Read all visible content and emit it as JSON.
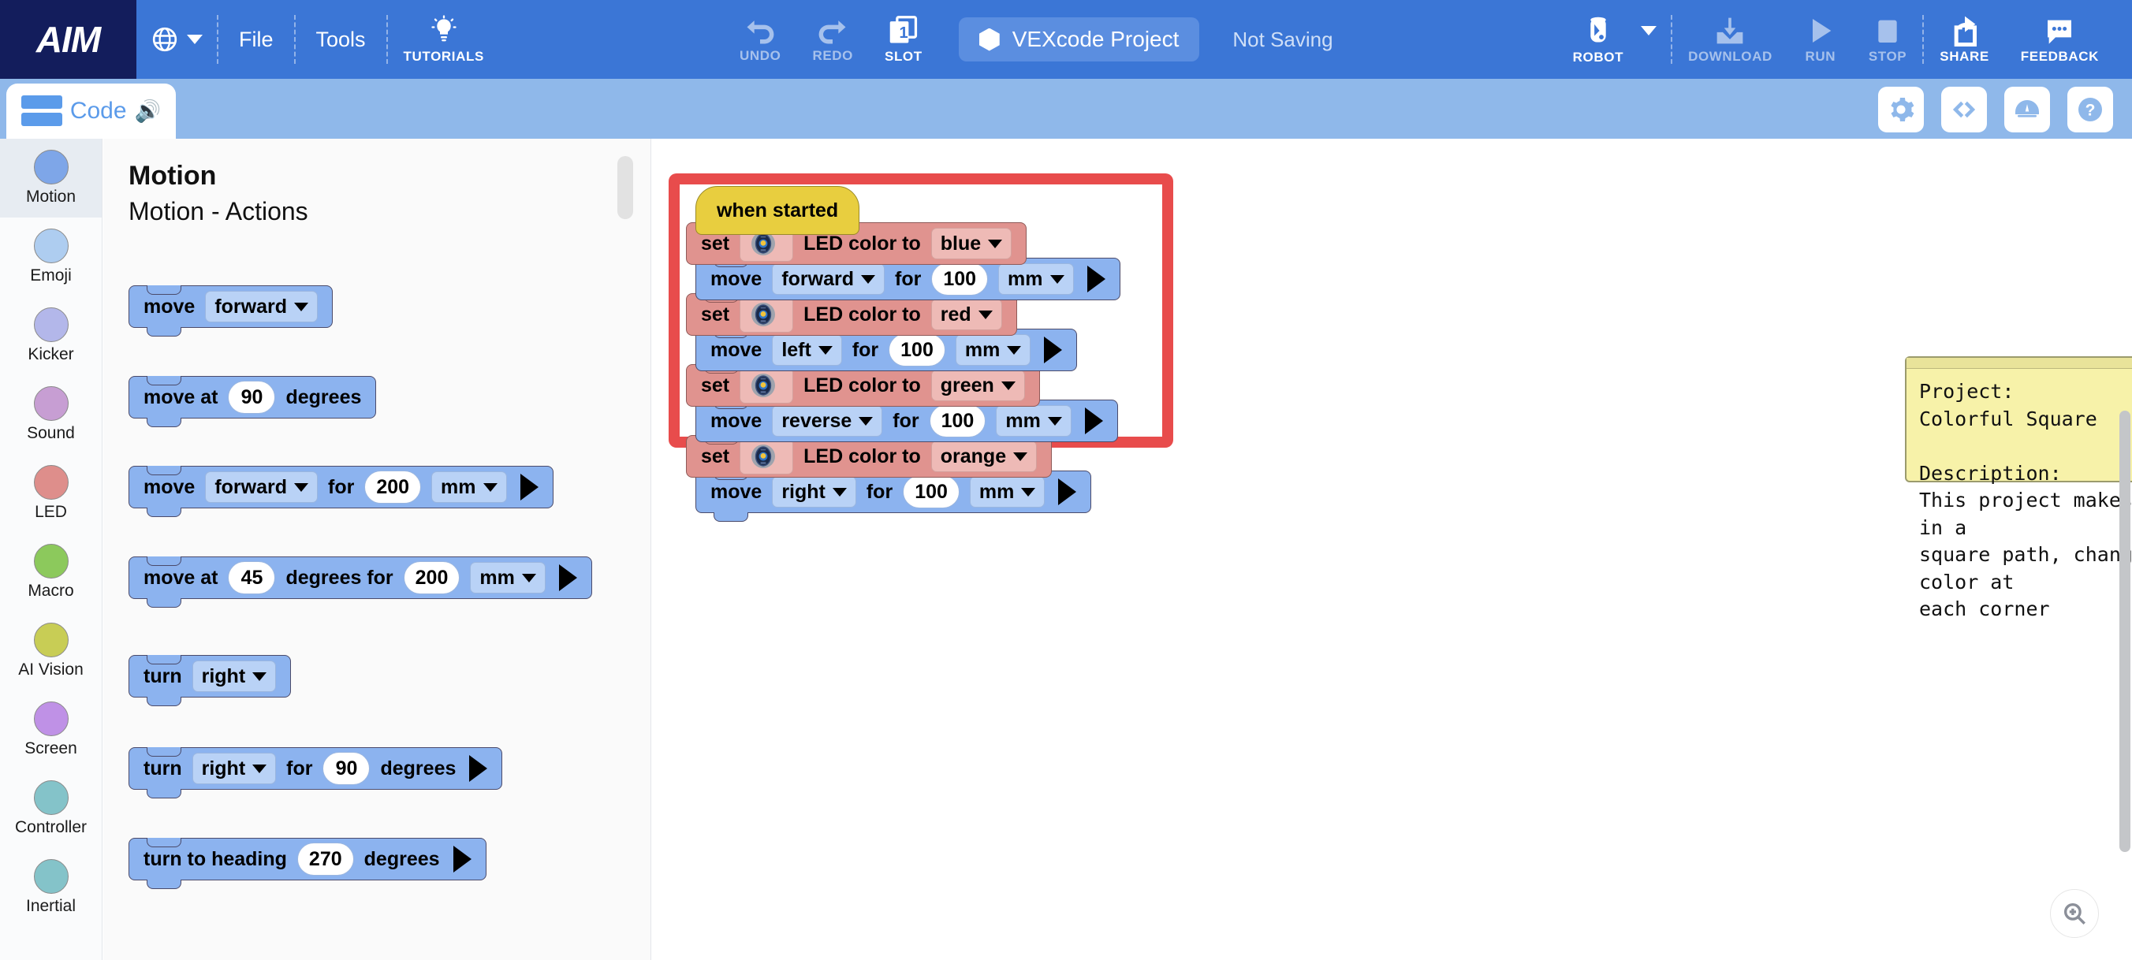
{
  "app": {
    "logo": "AIM",
    "menus": [
      "File",
      "Tools"
    ],
    "tutorials_label": "TUTORIALS",
    "undo_label": "UNDO",
    "redo_label": "REDO",
    "slot_label": "SLOT",
    "slot_number": "1",
    "project_name": "VEXcode Project",
    "save_status": "Not Saving",
    "robot_label": "ROBOT",
    "download_label": "DOWNLOAD",
    "run_label": "RUN",
    "stop_label": "STOP",
    "share_label": "SHARE",
    "feedback_label": "FEEDBACK"
  },
  "secondbar": {
    "code_tab": "Code",
    "buttons": [
      "gear-icon",
      "code-view-icon",
      "dashboard-icon",
      "help-icon"
    ]
  },
  "sidebar": {
    "items": [
      {
        "label": "Motion",
        "color": "#7ea6e8",
        "active": true
      },
      {
        "label": "Emoji",
        "color": "#aecdf0",
        "active": false
      },
      {
        "label": "Kicker",
        "color": "#b3b7ea",
        "active": false
      },
      {
        "label": "Sound",
        "color": "#c79ed3",
        "active": false
      },
      {
        "label": "LED",
        "color": "#de8e8b",
        "active": false
      },
      {
        "label": "Macro",
        "color": "#8cc croak",
        "active": false
      },
      {
        "label": "AI Vision",
        "color": "#c8cd55",
        "active": false
      },
      {
        "label": "Screen",
        "color": "#bf91e6",
        "active": false
      },
      {
        "label": "Controller",
        "color": "#84c3c9",
        "active": false
      },
      {
        "label": "Inertial",
        "color": "#84c3c9",
        "active": false
      }
    ]
  },
  "palette": {
    "title": "Motion",
    "subtitle": "Motion - Actions",
    "blocks": [
      {
        "id": "move-dir",
        "parts": [
          {
            "t": "lbl",
            "v": "move"
          },
          {
            "t": "dd",
            "v": "forward"
          }
        ]
      },
      {
        "id": "move-at-deg",
        "parts": [
          {
            "t": "lbl",
            "v": "move at"
          },
          {
            "t": "num",
            "v": "90"
          },
          {
            "t": "lbl",
            "v": "degrees"
          }
        ]
      },
      {
        "id": "move-dir-for",
        "parts": [
          {
            "t": "lbl",
            "v": "move"
          },
          {
            "t": "dd",
            "v": "forward"
          },
          {
            "t": "lbl",
            "v": "for"
          },
          {
            "t": "num",
            "v": "200"
          },
          {
            "t": "dd",
            "v": "mm"
          },
          {
            "t": "play",
            "v": ""
          }
        ]
      },
      {
        "id": "move-at-deg-for",
        "parts": [
          {
            "t": "lbl",
            "v": "move at"
          },
          {
            "t": "num",
            "v": "45"
          },
          {
            "t": "lbl",
            "v": "degrees for"
          },
          {
            "t": "num",
            "v": "200"
          },
          {
            "t": "dd",
            "v": "mm"
          },
          {
            "t": "play",
            "v": ""
          }
        ]
      },
      {
        "id": "turn-dir",
        "parts": [
          {
            "t": "lbl",
            "v": "turn"
          },
          {
            "t": "dd",
            "v": "right"
          }
        ]
      },
      {
        "id": "turn-dir-for-deg",
        "parts": [
          {
            "t": "lbl",
            "v": "turn"
          },
          {
            "t": "dd",
            "v": "right"
          },
          {
            "t": "lbl",
            "v": "for"
          },
          {
            "t": "num",
            "v": "90"
          },
          {
            "t": "lbl",
            "v": "degrees"
          },
          {
            "t": "play",
            "v": ""
          }
        ]
      },
      {
        "id": "turn-to-heading",
        "parts": [
          {
            "t": "lbl",
            "v": "turn to heading"
          },
          {
            "t": "num",
            "v": "270"
          },
          {
            "t": "lbl",
            "v": "degrees"
          },
          {
            "t": "play",
            "v": ""
          }
        ]
      }
    ]
  },
  "workspace": {
    "script": [
      {
        "id": "when-started",
        "kind": "hat",
        "parts": [
          {
            "t": "lbl",
            "v": "when started"
          }
        ]
      },
      {
        "id": "set-led-blue",
        "kind": "led",
        "parts": [
          {
            "t": "lbl",
            "v": "set"
          },
          {
            "t": "robot",
            "v": ""
          },
          {
            "t": "lbl",
            "v": "LED color to"
          },
          {
            "t": "dd",
            "v": "blue"
          }
        ]
      },
      {
        "id": "move-forward",
        "kind": "motion",
        "parts": [
          {
            "t": "lbl",
            "v": "move"
          },
          {
            "t": "dd",
            "v": "forward"
          },
          {
            "t": "lbl",
            "v": "for"
          },
          {
            "t": "num",
            "v": "100"
          },
          {
            "t": "dd",
            "v": "mm"
          },
          {
            "t": "play",
            "v": ""
          }
        ]
      },
      {
        "id": "set-led-red",
        "kind": "led",
        "parts": [
          {
            "t": "lbl",
            "v": "set"
          },
          {
            "t": "robot",
            "v": ""
          },
          {
            "t": "lbl",
            "v": "LED color to"
          },
          {
            "t": "dd",
            "v": "red"
          }
        ]
      },
      {
        "id": "move-left",
        "kind": "motion",
        "parts": [
          {
            "t": "lbl",
            "v": "move"
          },
          {
            "t": "dd",
            "v": "left"
          },
          {
            "t": "lbl",
            "v": "for"
          },
          {
            "t": "num",
            "v": "100"
          },
          {
            "t": "dd",
            "v": "mm"
          },
          {
            "t": "play",
            "v": ""
          }
        ]
      },
      {
        "id": "set-led-green",
        "kind": "led",
        "parts": [
          {
            "t": "lbl",
            "v": "set"
          },
          {
            "t": "robot",
            "v": ""
          },
          {
            "t": "lbl",
            "v": "LED color to"
          },
          {
            "t": "dd",
            "v": "green"
          }
        ]
      },
      {
        "id": "move-reverse",
        "kind": "motion",
        "parts": [
          {
            "t": "lbl",
            "v": "move"
          },
          {
            "t": "dd",
            "v": "reverse"
          },
          {
            "t": "lbl",
            "v": "for"
          },
          {
            "t": "num",
            "v": "100"
          },
          {
            "t": "dd",
            "v": "mm"
          },
          {
            "t": "play",
            "v": ""
          }
        ]
      },
      {
        "id": "set-led-orange",
        "kind": "led",
        "parts": [
          {
            "t": "lbl",
            "v": "set"
          },
          {
            "t": "robot",
            "v": ""
          },
          {
            "t": "lbl",
            "v": "LED color to"
          },
          {
            "t": "dd",
            "v": "orange"
          }
        ]
      },
      {
        "id": "move-right",
        "kind": "motion",
        "parts": [
          {
            "t": "lbl",
            "v": "move"
          },
          {
            "t": "dd",
            "v": "right"
          },
          {
            "t": "lbl",
            "v": "for"
          },
          {
            "t": "num",
            "v": "100"
          },
          {
            "t": "dd",
            "v": "mm"
          },
          {
            "t": "play",
            "v": ""
          }
        ]
      }
    ],
    "comment": "Project:\nColorful Square\n\nDescription:\nThis project makes the robot move in a\nsquare path, changing the LED color at\neach corner"
  },
  "colors": {
    "brand_blue": "#3b76d6",
    "logo_navy": "#131d5c",
    "secondbar_blue": "#8fb8ea",
    "highlight_red": "#e84c4c",
    "motion_block": "#8cb3ef",
    "led_block": "#e0938f",
    "hat_block": "#e8ce3f",
    "comment_yellow": "#f7f2a9"
  }
}
